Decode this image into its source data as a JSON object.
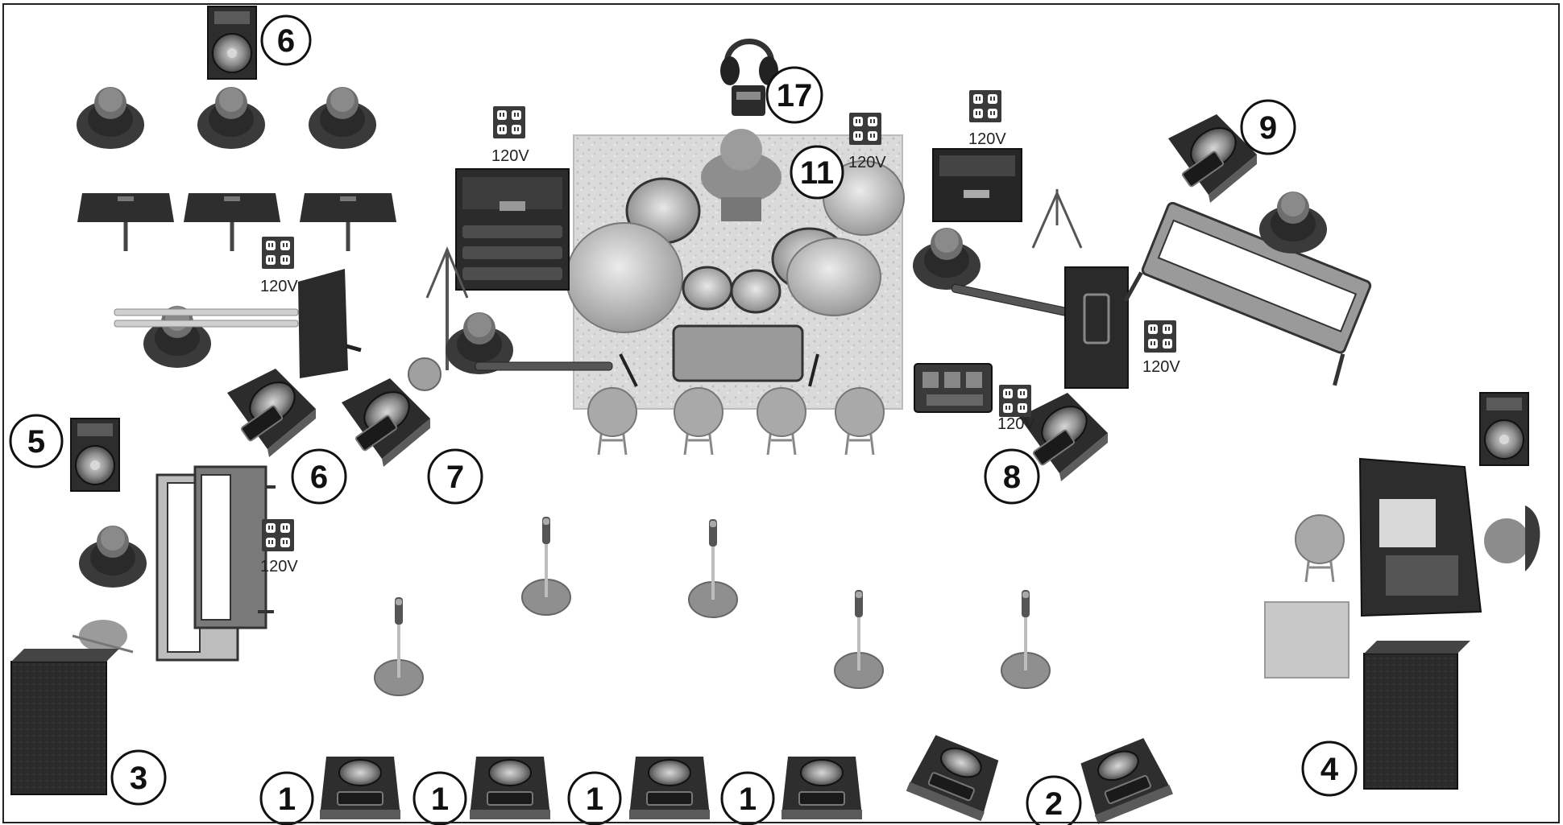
{
  "diagram": {
    "numbers": [
      {
        "id": "6-top",
        "label": "6"
      },
      {
        "id": "17",
        "label": "17"
      },
      {
        "id": "11",
        "label": "11"
      },
      {
        "id": "9",
        "label": "9"
      },
      {
        "id": "5",
        "label": "5"
      },
      {
        "id": "6-left",
        "label": "6"
      },
      {
        "id": "7",
        "label": "7"
      },
      {
        "id": "8",
        "label": "8"
      },
      {
        "id": "3",
        "label": "3"
      },
      {
        "id": "1a",
        "label": "1"
      },
      {
        "id": "1b",
        "label": "1"
      },
      {
        "id": "1c",
        "label": "1"
      },
      {
        "id": "1d",
        "label": "1"
      },
      {
        "id": "2",
        "label": "2"
      },
      {
        "id": "4",
        "label": "4"
      }
    ],
    "outlet_label": "120V",
    "colors": {
      "floor": "#ffffff",
      "drum_riser": "#d4d4d4",
      "wedge": "#3a3a3a",
      "speaker_cone": "#9a9a9a",
      "stool": "#a8a8a8",
      "mic_base": "#8f8f8f",
      "outline": "#111111"
    }
  }
}
